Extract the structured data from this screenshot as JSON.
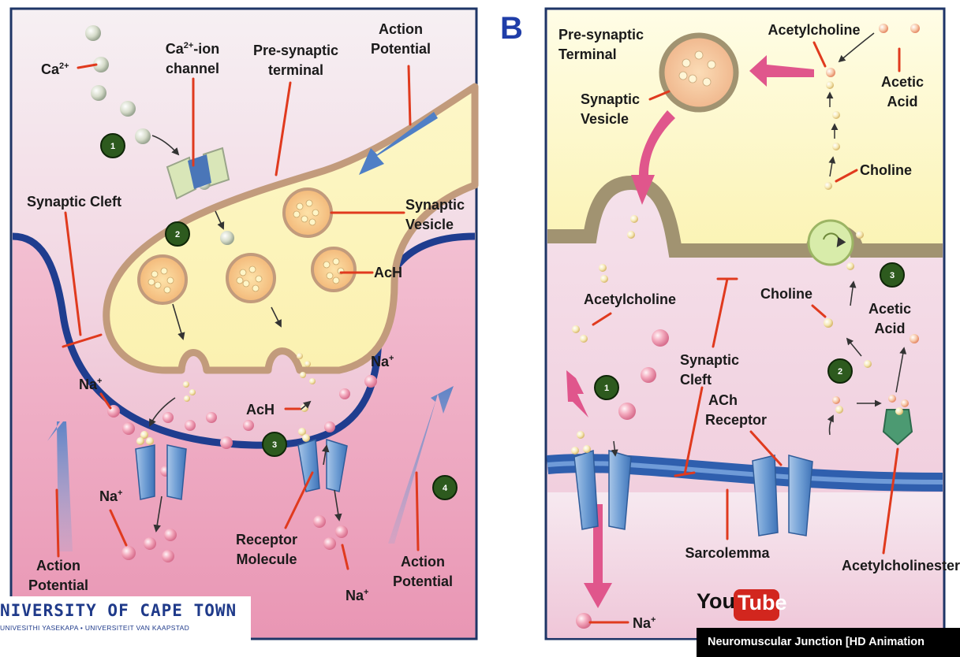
{
  "panel_a": {
    "labels": {
      "ca_ion": "Ca",
      "ca_ion_sup": "2+",
      "ca_channel_1": "Ca",
      "ca_channel_1_sup": "2+",
      "ca_channel_1_rest": "-ion",
      "ca_channel_2": "channel",
      "presynaptic_1": "Pre-synaptic",
      "presynaptic_2": "terminal",
      "action_potential_top_1": "Action",
      "action_potential_top_2": "Potential",
      "synaptic_cleft": "Synaptic Cleft",
      "synaptic_vesicle_1": "Synaptic",
      "synaptic_vesicle_2": "Vesicle",
      "ach": "AcH",
      "ach_2": "AcH",
      "na_1": "Na",
      "na_2": "Na",
      "na_3": "Na",
      "na_4": "Na",
      "na_sup": "+",
      "receptor_1": "Receptor",
      "receptor_2": "Molecule",
      "action_potential_left_1": "Action",
      "action_potential_left_2": "Potential",
      "action_potential_right_1": "Action",
      "action_potential_right_2": "Potential"
    },
    "steps": [
      "1",
      "2",
      "3",
      "4"
    ]
  },
  "panel_b": {
    "letter": "B",
    "labels": {
      "presynaptic_1": "Pre-synaptic",
      "presynaptic_2": "Terminal",
      "acetylcholine_top": "Acetylcholine",
      "acetic_acid_top_1": "Acetic",
      "acetic_acid_top_2": "Acid",
      "synaptic_vesicle_1": "Synaptic",
      "synaptic_vesicle_2": "Vesicle",
      "choline_top": "Choline",
      "acetylcholine_mid": "Acetylcholine",
      "choline_mid": "Choline",
      "acetic_acid_mid_1": "Acetic",
      "acetic_acid_mid_2": "Acid",
      "synaptic_cleft_1": "Synaptic",
      "synaptic_cleft_2": "Cleft",
      "ach_receptor_1": "ACh",
      "ach_receptor_2": "Receptor",
      "sarcolemma": "Sarcolemma",
      "acetylcholinesterase": "Acetylcholinesteras",
      "na": "Na",
      "na_sup": "+"
    },
    "steps": [
      "1",
      "2",
      "3"
    ]
  },
  "logos": {
    "uct_name": "NIVERSITY OF CAPE TOWN",
    "uct_subtitle": "UNIVESITHI YASEKAPA • UNIVERSITEIT VAN KAAPSTAD",
    "youtube_you": "You",
    "youtube_tube": "Tube"
  },
  "video_caption": "Neuromuscular Junction [HD Animation"
}
